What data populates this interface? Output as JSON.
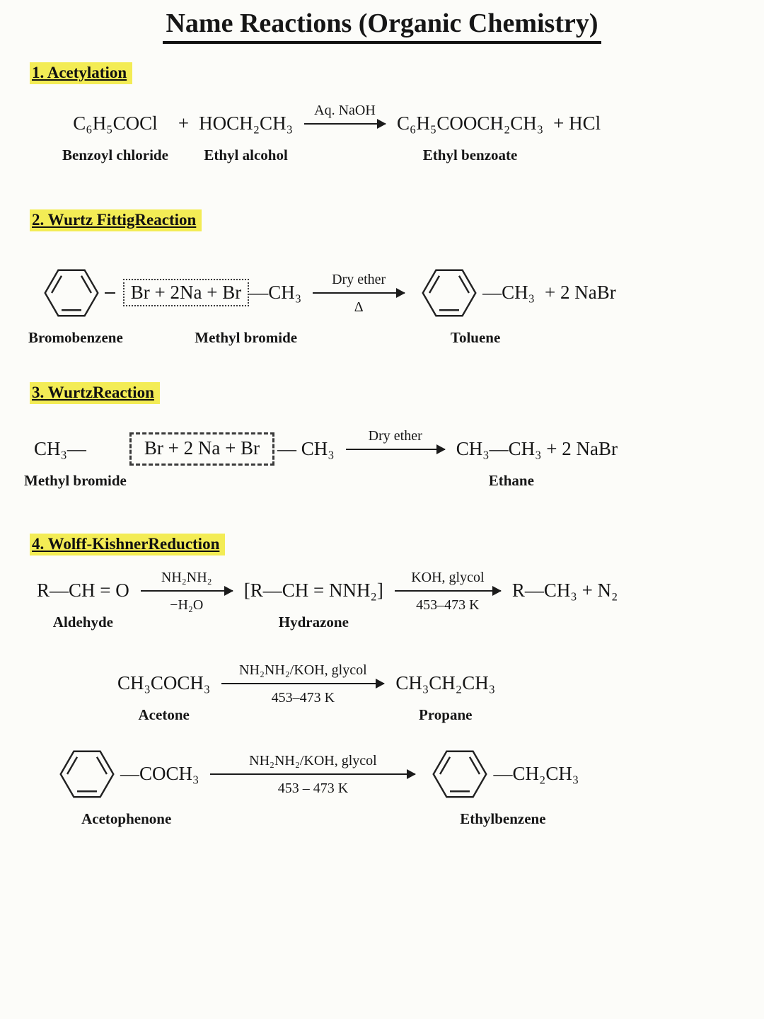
{
  "title": "Name Reactions (Organic Chemistry)",
  "s1": {
    "heading": "1. Acetylation",
    "lhs1": "C₆H₅COCl",
    "plus": "+",
    "lhs2": "HOCH₂CH₃",
    "arrow_top": "Aq. NaOH",
    "rhs": "C₆H₅COOCH₂CH₃",
    "rhs2": "+ HCl",
    "name1": "Benzoyl chloride",
    "name2": "Ethyl alcohol",
    "name3": "Ethyl benzoate"
  },
  "s2": {
    "heading": "2. Wurtz FittigReaction",
    "box": "Br + 2Na + Br",
    "mb": "—CH₃",
    "arrow_top": "Dry ether",
    "arrow_bottom": "Δ",
    "prod": "—CH₃",
    "prod_rest": "+ 2 NaBr",
    "name1": "Bromobenzene",
    "name2": "Methyl bromide",
    "name3": "Toluene"
  },
  "s3": {
    "heading": "3. WurtzReaction",
    "lhs1": "CH₃—",
    "box": "Br + 2 Na + Br",
    "lhs2": "— CH₃",
    "arrow_top": "Dry ether",
    "rhs": "CH₃—CH₃  +  2 NaBr",
    "name1": "Methyl bromide",
    "name2": "Ethane"
  },
  "s4": {
    "heading": "4. Wolff-KishnerReduction",
    "rowA": {
      "lhs": "R—CH = O",
      "arrow1_top": "NH₂NH₂",
      "arrow1_bottom": "−H₂O",
      "mid": "[R—CH = NNH₂]",
      "arrow2_top": "KOH, glycol",
      "arrow2_bottom": "453–473 K",
      "rhs": "R—CH₃ + N₂",
      "name1": "Aldehyde",
      "name2": "Hydrazone"
    },
    "rowB": {
      "lhs": "CH₃COCH₃",
      "arrow_top": "NH₂NH₂/KOH, glycol",
      "arrow_bottom": "453–473 K",
      "rhs": "CH₃CH₂CH₃",
      "name1": "Acetone",
      "name2": "Propane"
    },
    "rowC": {
      "lhs": "—COCH₃",
      "arrow_top": "NH₂NH₂/KOH, glycol",
      "arrow_bottom": "453 – 473 K",
      "rhs": "—CH₂CH₃",
      "name1": "Acetophenone",
      "name2": "Ethylbenzene"
    }
  }
}
